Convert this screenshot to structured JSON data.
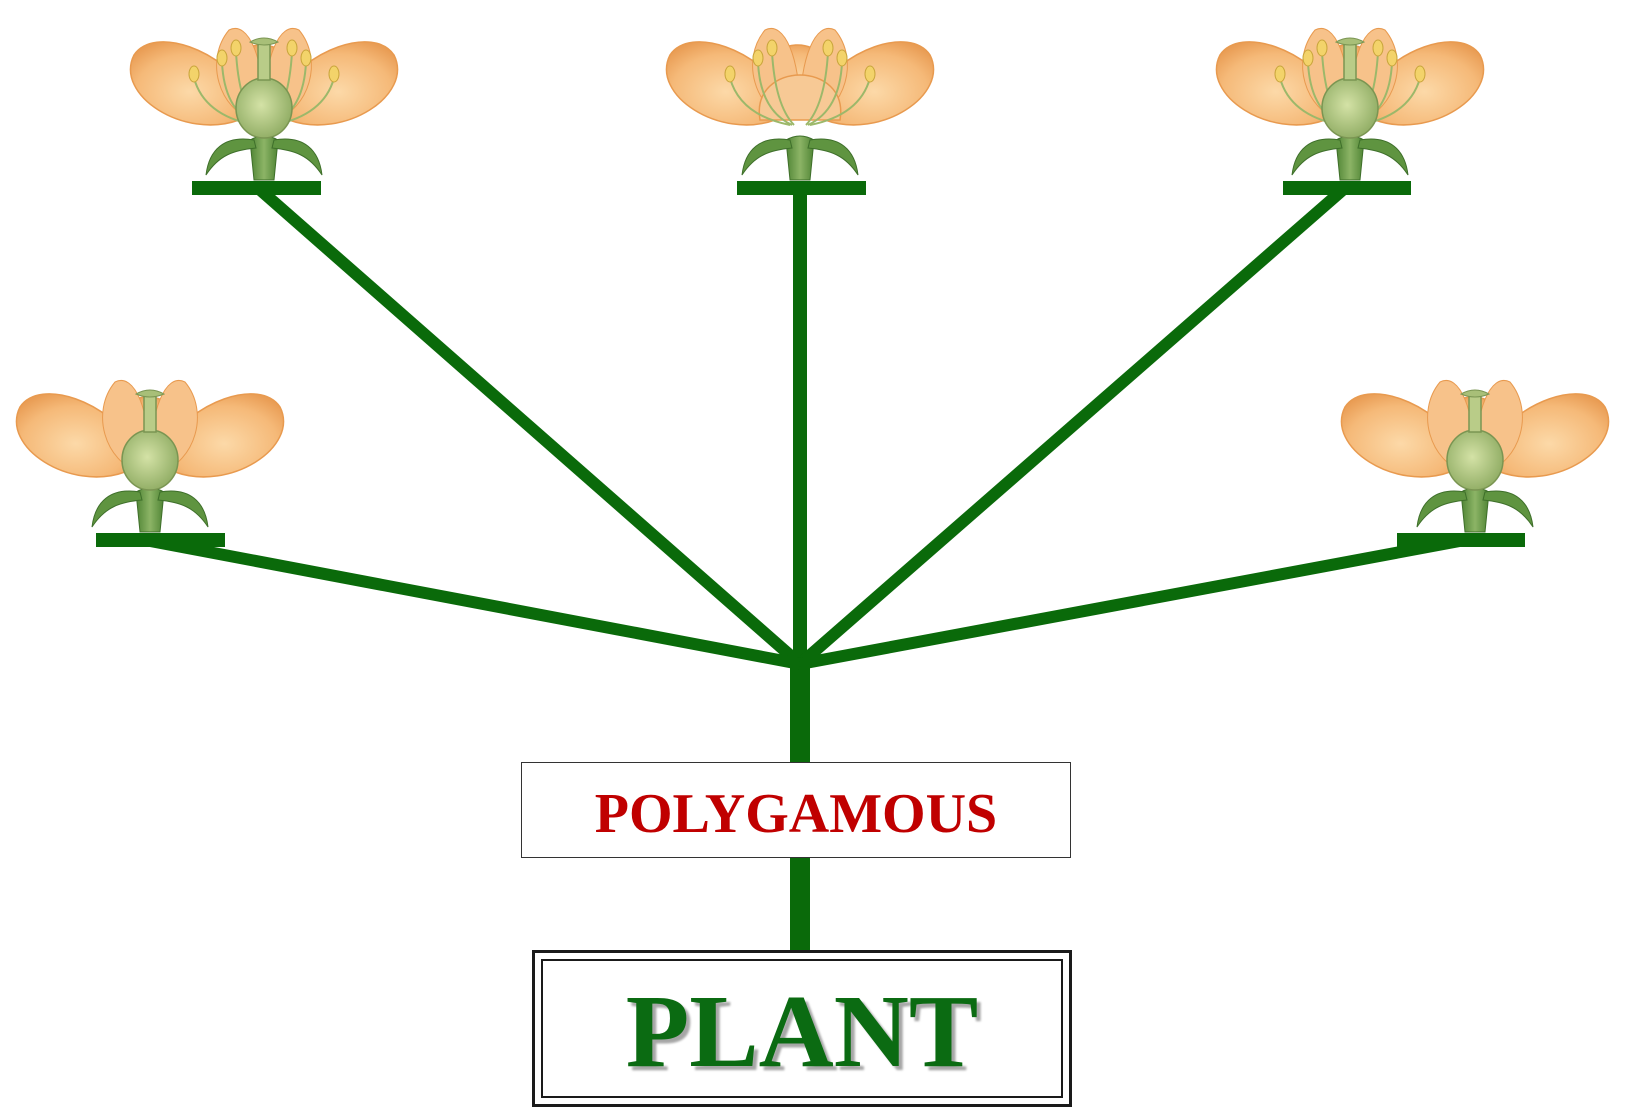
{
  "diagram": {
    "category_label": "POLYGAMOUS",
    "root_label": "PLANT",
    "colors": {
      "stem": "#0a6a0a",
      "category_text": "#c00000",
      "root_text": "#0b6b12",
      "petal": "#f5b978",
      "petal_edge": "#e89a4f",
      "pistil": "#a7c07a",
      "sepal": "#5f9440",
      "anther": "#f3d36a"
    },
    "flowers": [
      {
        "name": "flower-top-left",
        "type": "bisexual",
        "icon": "bisexual-flower-icon"
      },
      {
        "name": "flower-top-center",
        "type": "male",
        "icon": "male-flower-icon"
      },
      {
        "name": "flower-top-right",
        "type": "bisexual",
        "icon": "bisexual-flower-icon"
      },
      {
        "name": "flower-mid-left",
        "type": "female",
        "icon": "female-flower-icon"
      },
      {
        "name": "flower-mid-right",
        "type": "female",
        "icon": "female-flower-icon"
      }
    ]
  }
}
